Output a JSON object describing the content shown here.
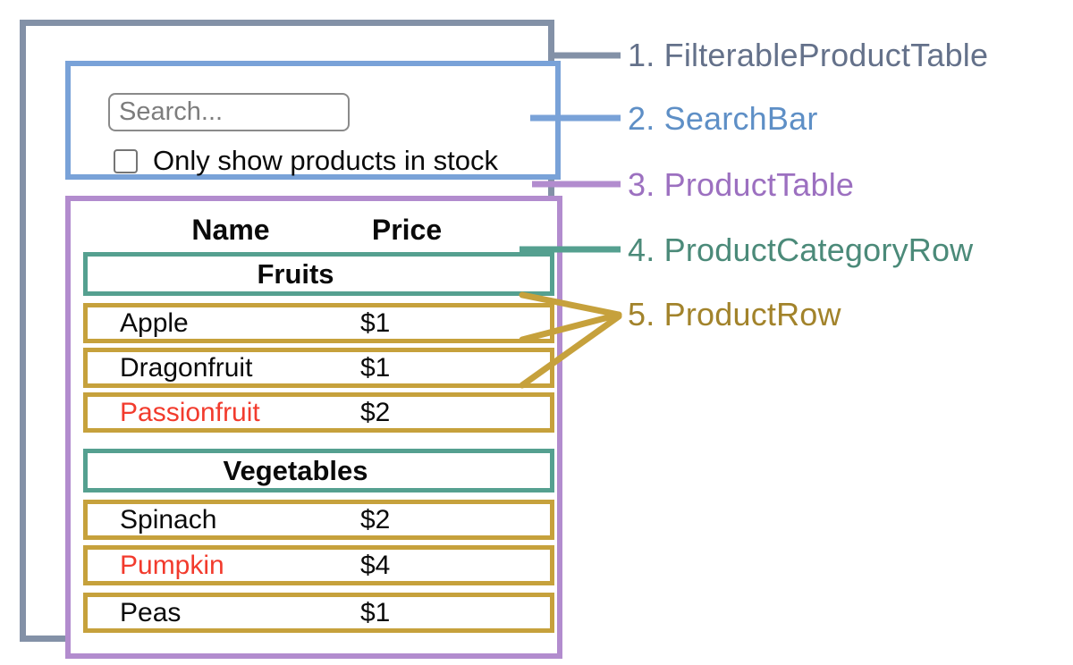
{
  "colors": {
    "outer_border": "#8391a7",
    "searchbar_border": "#79a2d8",
    "table_border": "#b28cce",
    "category_border": "#55a090",
    "row_border": "#c6a13c",
    "out_of_stock_red": "#f23b2d",
    "in_stock_black": "#0a0a0a",
    "label1": "#64718a",
    "label2": "#5e8fc6",
    "label3": "#9c70c0",
    "label4": "#4b8a79",
    "label5": "#a2832b"
  },
  "search": {
    "placeholder": "Search...",
    "checkbox_label": "Only show products in stock",
    "checkbox_checked": false
  },
  "table": {
    "headers": {
      "name": "Name",
      "price": "Price"
    },
    "sections": [
      {
        "category": "Fruits",
        "rows": [
          {
            "name": "Apple",
            "price": "$1",
            "name_color": "#0a0a0a"
          },
          {
            "name": "Dragonfruit",
            "price": "$1",
            "name_color": "#0a0a0a"
          },
          {
            "name": "Passionfruit",
            "price": "$2",
            "name_color": "#f23b2d"
          }
        ]
      },
      {
        "category": "Vegetables",
        "rows": [
          {
            "name": "Spinach",
            "price": "$2",
            "name_color": "#0a0a0a"
          },
          {
            "name": "Pumpkin",
            "price": "$4",
            "name_color": "#f23b2d"
          },
          {
            "name": "Peas",
            "price": "$1",
            "name_color": "#0a0a0a"
          }
        ]
      }
    ]
  },
  "legend": [
    {
      "label": "1. FilterableProductTable",
      "color": "#64718a"
    },
    {
      "label": "2. SearchBar",
      "color": "#5e8fc6"
    },
    {
      "label": "3. ProductTable",
      "color": "#9c70c0"
    },
    {
      "label": "4. ProductCategoryRow",
      "color": "#4b8a79"
    },
    {
      "label": "5. ProductRow",
      "color": "#a2832b"
    }
  ]
}
